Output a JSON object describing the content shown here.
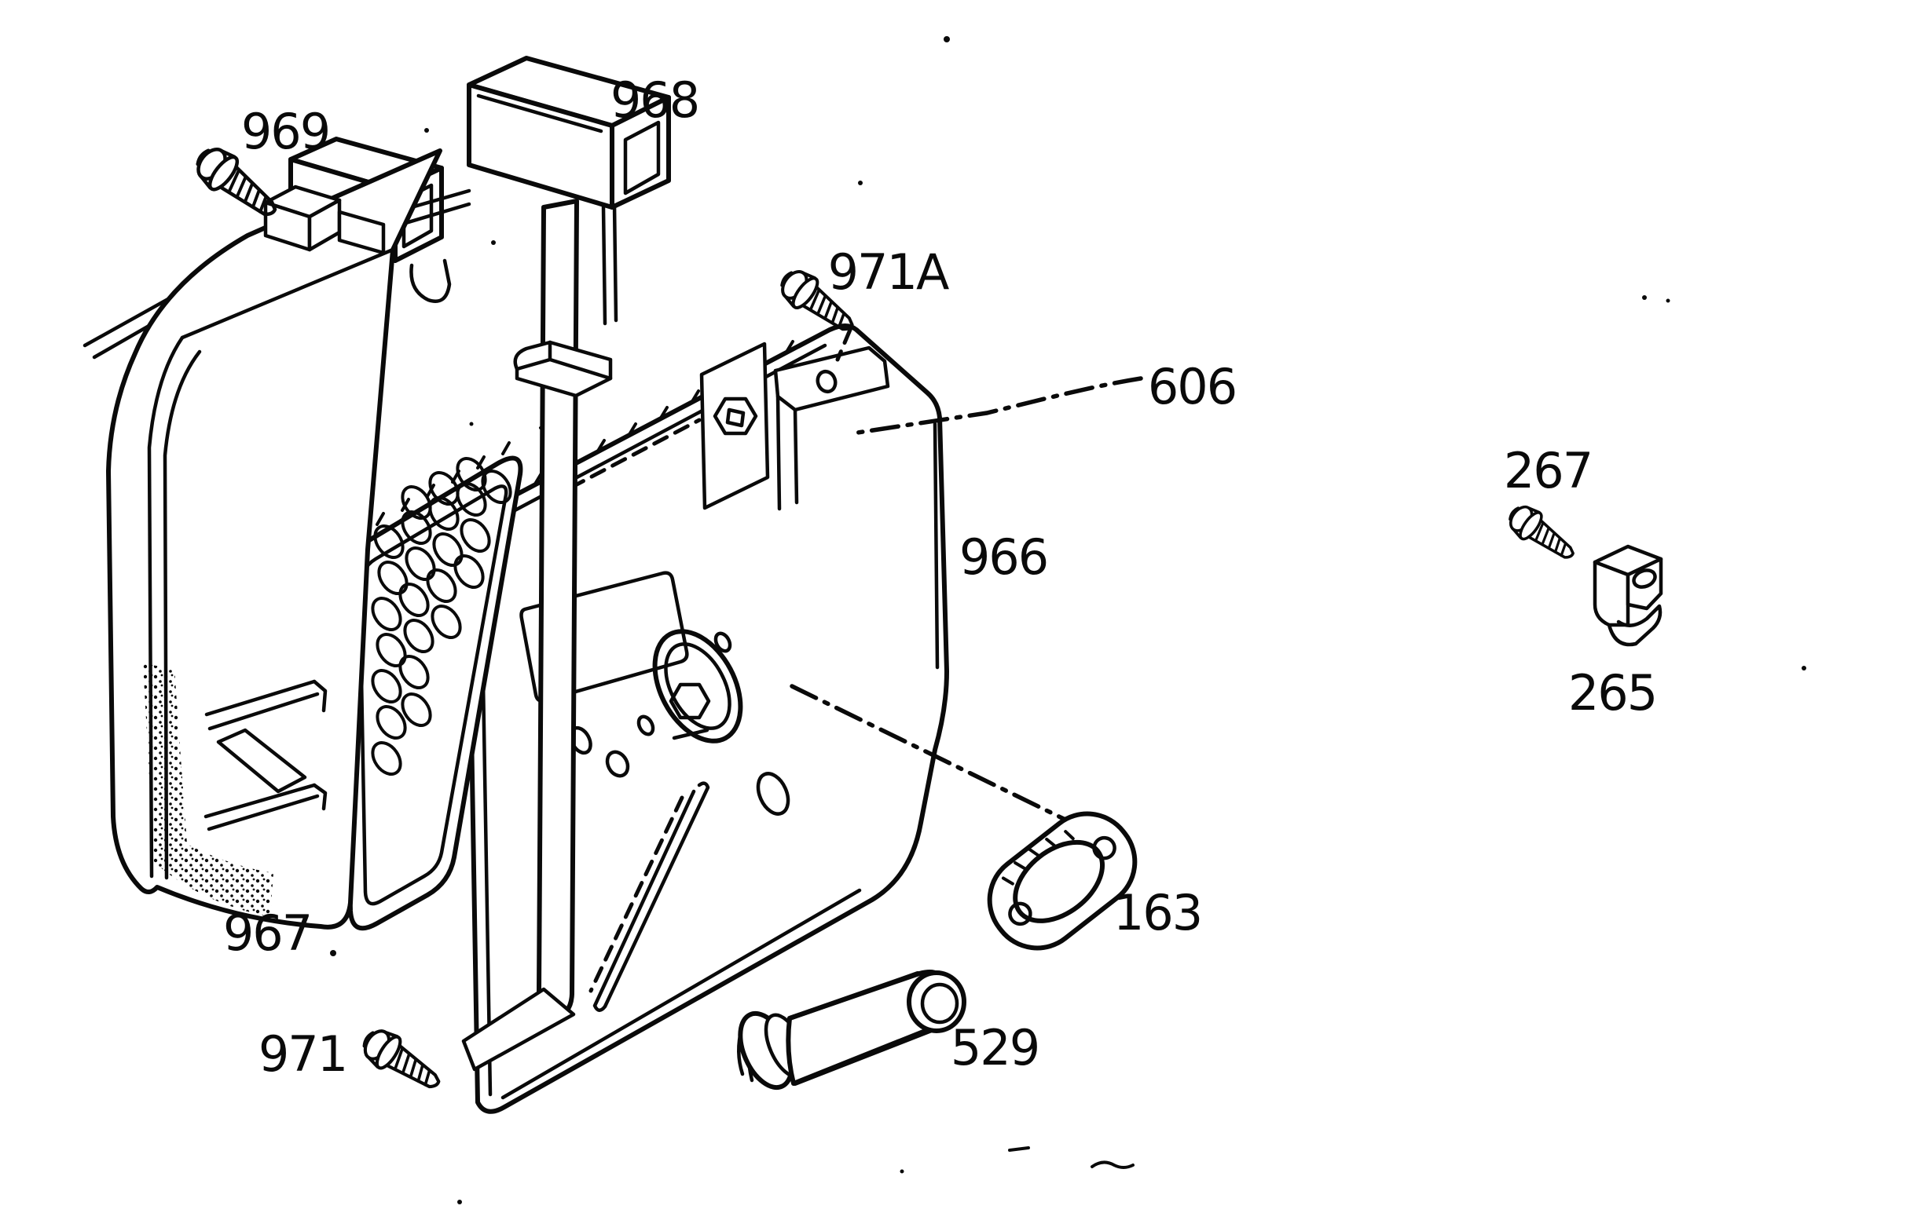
{
  "figure": {
    "type": "exploded-parts-diagram",
    "background": "#ffffff",
    "ink": "#0a0a0a",
    "callouts": [
      {
        "part": "969",
        "label": "969"
      },
      {
        "part": "968",
        "label": "968"
      },
      {
        "part": "971A",
        "label": "971A"
      },
      {
        "part": "606",
        "label": "606"
      },
      {
        "part": "966",
        "label": "966"
      },
      {
        "part": "967",
        "label": "967"
      },
      {
        "part": "971",
        "label": "971"
      },
      {
        "part": "529",
        "label": "529"
      },
      {
        "part": "163",
        "label": "163"
      },
      {
        "part": "267",
        "label": "267"
      },
      {
        "part": "265",
        "label": "265"
      }
    ]
  }
}
